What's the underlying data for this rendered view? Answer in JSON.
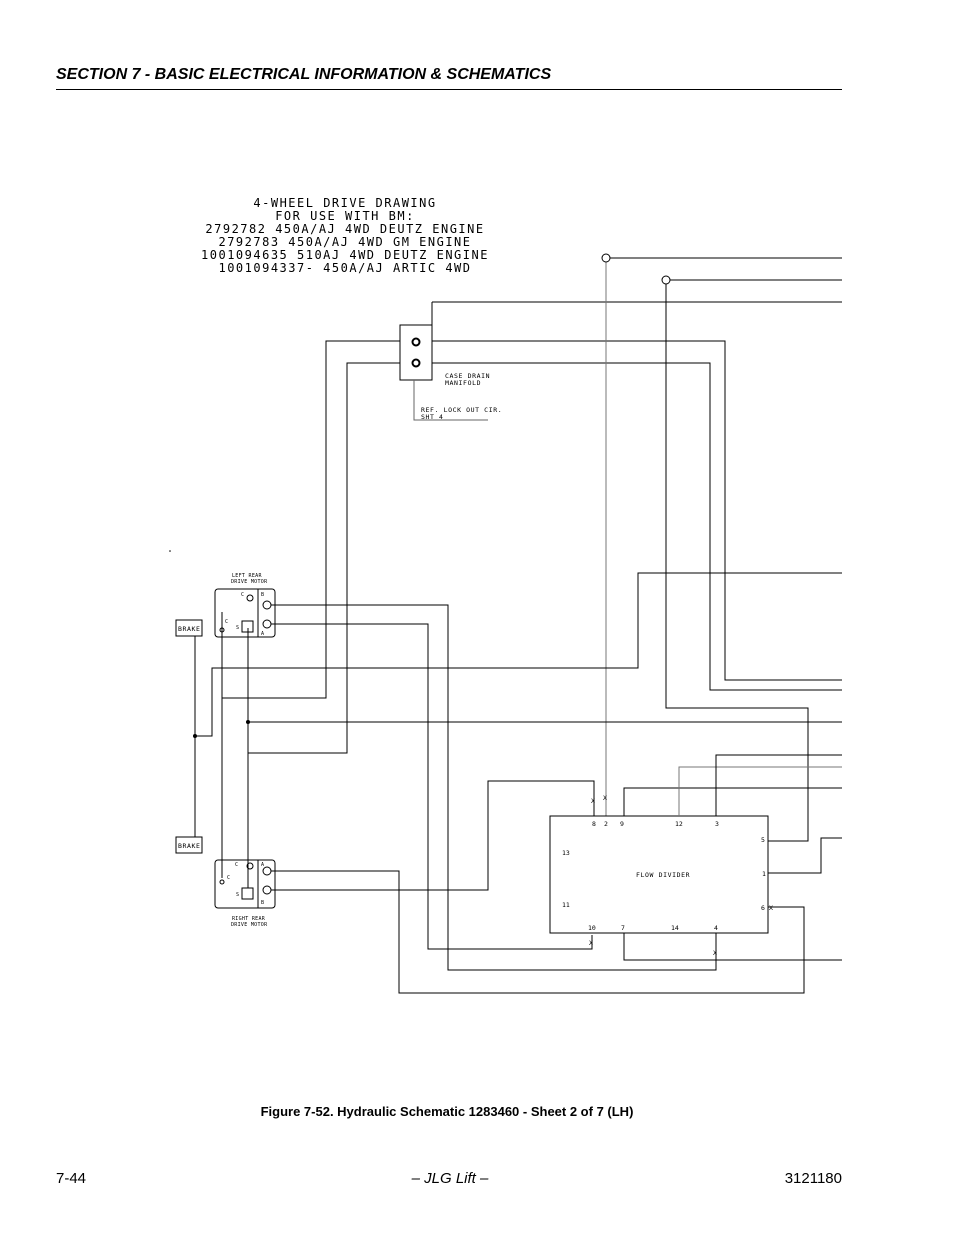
{
  "header": {
    "section_title": "SECTION 7 - BASIC ELECTRICAL INFORMATION & SCHEMATICS"
  },
  "title_block": {
    "line1": "4-WHEEL DRIVE DRAWING",
    "line2": "FOR USE WITH BM:",
    "line3": "2792782 450A/AJ 4WD DEUTZ ENGINE",
    "line4": "2792783 450A/AJ 4WD GM ENGINE",
    "line5": "1001094635 510AJ 4WD DEUTZ ENGINE",
    "line6": "1001094337- 450A/AJ ARTIC 4WD"
  },
  "labels": {
    "case_drain_1": "CASE DRAIN",
    "case_drain_2": "MANIFOLD",
    "ref_1": "REF. LOCK OUT CIR.",
    "ref_2": "SHT 4",
    "left_motor_1": "LEFT REAR",
    "left_motor_2": "DRIVE MOTOR",
    "right_motor_1": "RIGHT REAR",
    "right_motor_2": "DRIVE MOTOR",
    "brake_top": "BRAKE",
    "brake_bottom": "BRAKE",
    "flow_divider": "FLOW DIVIDER"
  },
  "ports": {
    "p8": "8",
    "p2": "2",
    "p9": "9",
    "p12": "12",
    "p3": "3",
    "p13": "13",
    "p11": "11",
    "p5": "5",
    "p1": "1",
    "p6": "6",
    "p10": "10",
    "p7": "7",
    "p14": "14",
    "p4": "4",
    "lm_c1": "C",
    "lm_b": "B",
    "lm_c2": "C",
    "lm_s": "S",
    "lm_a": "A",
    "rm_c1": "C",
    "rm_a": "A",
    "rm_c2": "C",
    "rm_s": "S",
    "rm_b": "B",
    "x_mark": "X"
  },
  "caption": "Figure 7-52.  Hydraulic Schematic 1283460 - Sheet 2 of 7 (LH)",
  "footer": {
    "page_number": "7-44",
    "center": "– JLG Lift –",
    "doc_number": "3121180"
  }
}
